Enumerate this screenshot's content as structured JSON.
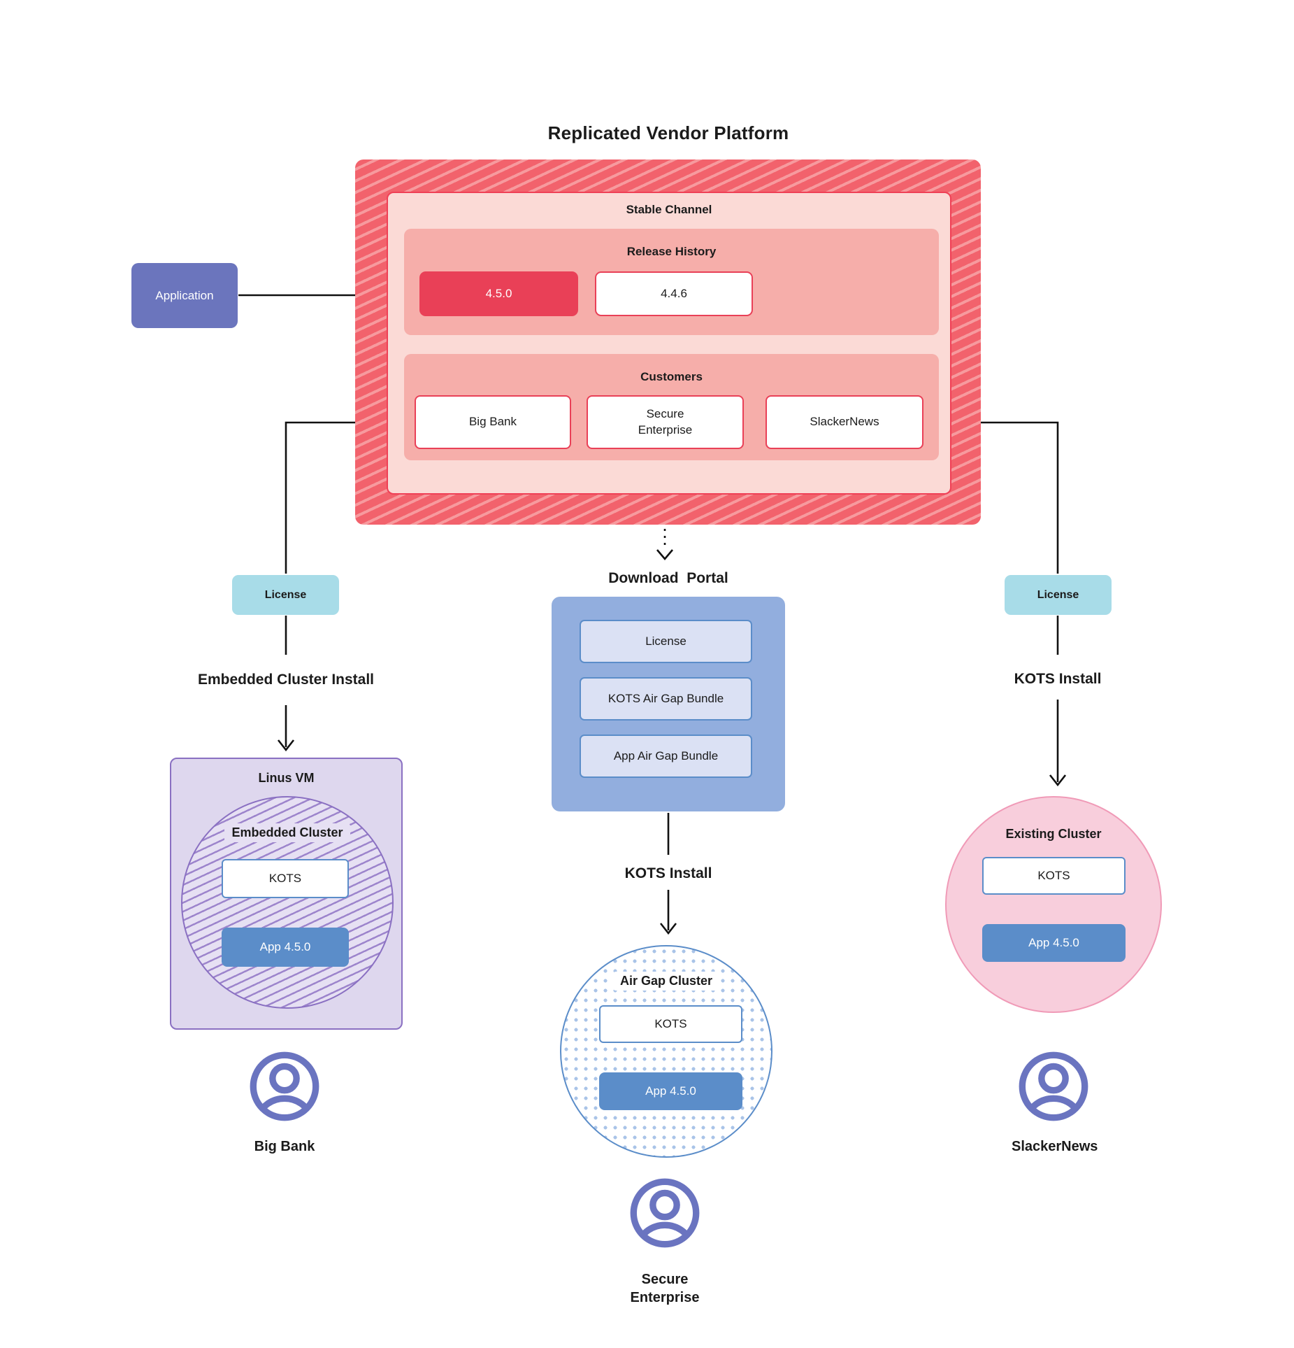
{
  "title": "Replicated Vendor Platform",
  "application_label": "Application",
  "platform": {
    "stable_channel_label": "Stable Channel",
    "release_history_label": "Release History",
    "releases": [
      {
        "version": "4.5.0",
        "state": "current"
      },
      {
        "version": "4.4.6",
        "state": "previous"
      }
    ],
    "customers_label": "Customers",
    "customers": [
      "Big Bank",
      "Secure Enterprise",
      "SlackerNews"
    ]
  },
  "left_flow": {
    "license_label": "License",
    "install_label": "Embedded Cluster Install",
    "vm_title": "Linus VM",
    "cluster_title": "Embedded Cluster",
    "kots_label": "KOTS",
    "app_label": "App 4.5.0",
    "user_label": "Big Bank"
  },
  "middle_flow": {
    "portal_title": "Download  Portal",
    "portal_items": [
      "License",
      "KOTS Air Gap Bundle",
      "App Air Gap Bundle"
    ],
    "install_label": "KOTS Install",
    "cluster_title": "Air Gap Cluster",
    "kots_label": "KOTS",
    "app_label": "App 4.5.0",
    "user_label": "Secure Enterprise"
  },
  "right_flow": {
    "license_label": "License",
    "install_label": "KOTS Install",
    "cluster_title": "Existing Cluster",
    "kots_label": "KOTS",
    "app_label": "App 4.5.0",
    "user_label": "SlackerNews"
  },
  "colors": {
    "hatch_dark": "#f2626c",
    "hatch_light": "#f79a9e",
    "stable_bg": "#fbdad6",
    "stable_border": "#ef4056",
    "panel_pink": "#f6aeaa",
    "release_current": "#e94057",
    "application_purple": "#6b75bd",
    "license_teal": "#a8dce8",
    "portal_blue": "#92aede",
    "portal_item_bg": "#dbe1f4",
    "app_steel_blue": "#5b8dc9",
    "vm_bg": "#ded7ee",
    "vm_border": "#8a70c2",
    "embedded_hatch": "#9d85cc",
    "airgap_dot": "#aac4e8",
    "existing_bg": "#f8cedc",
    "existing_border": "#f09ab7",
    "user_icon": "#6a74c0",
    "wire": "#111111"
  }
}
